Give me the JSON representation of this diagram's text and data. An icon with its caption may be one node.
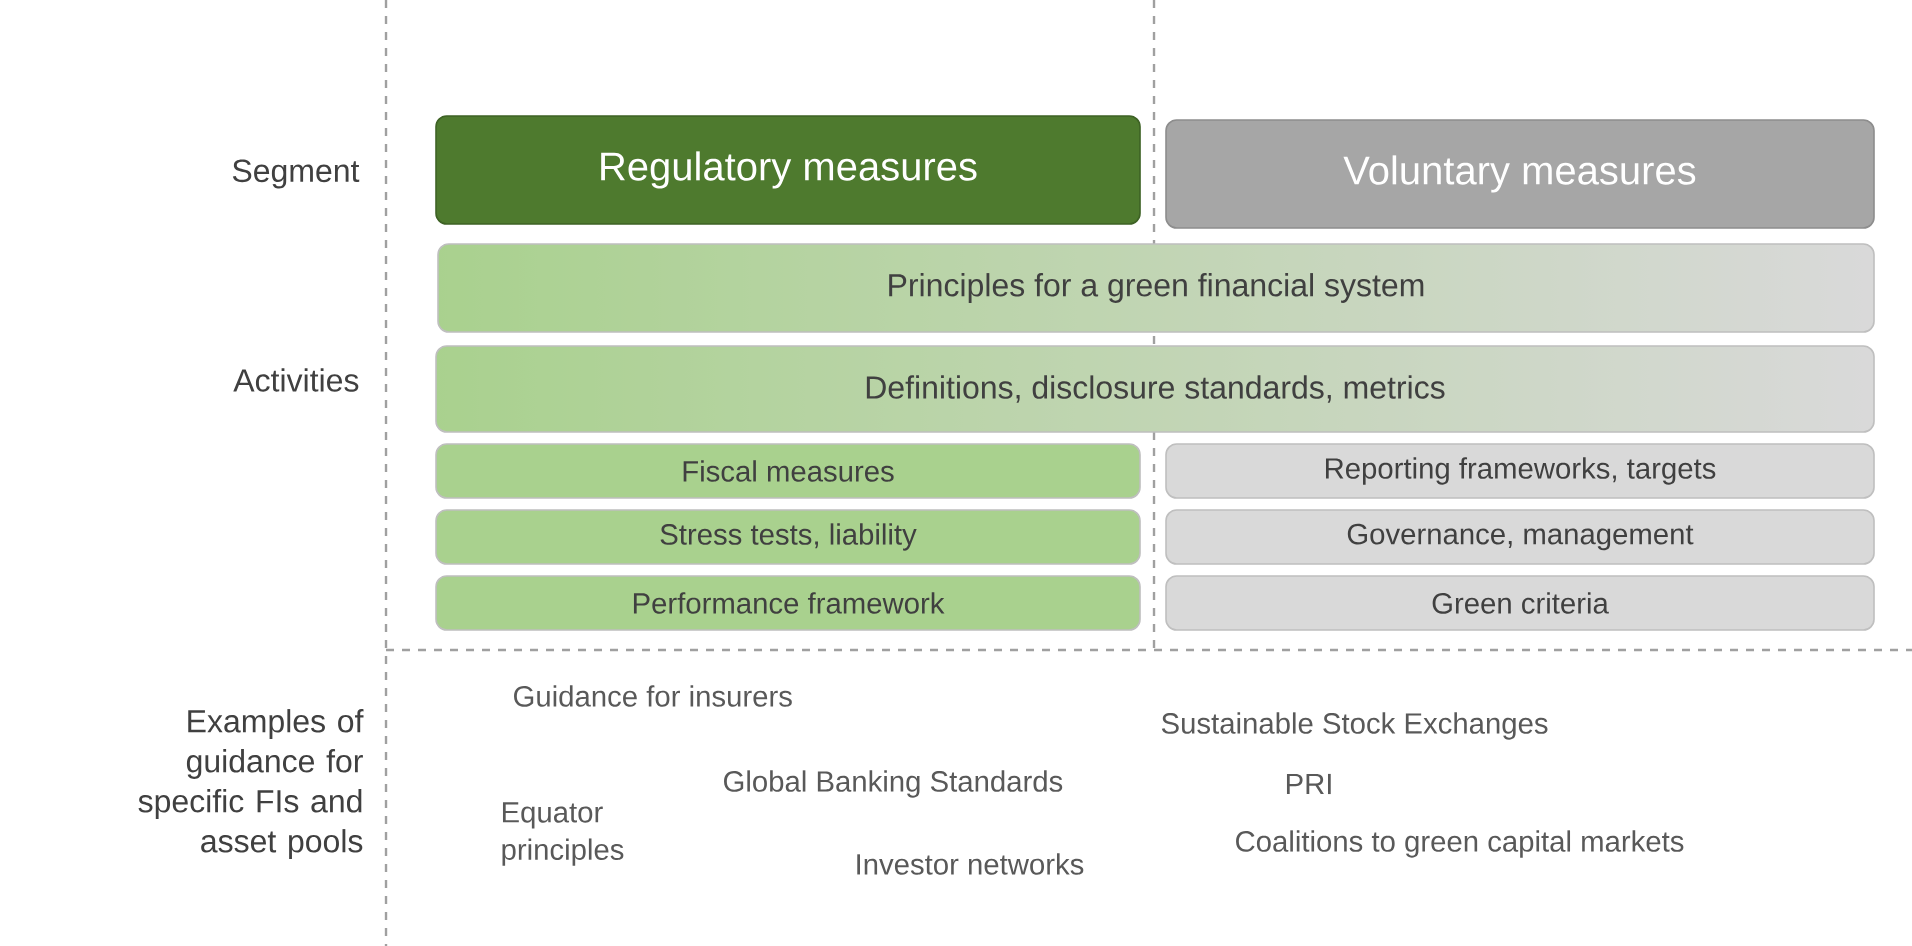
{
  "diagram": {
    "nodes": [
      {
        "text": [
          "Regulatory measures"
        ]
      },
      {
        "text": [
          "Voluntary measures"
        ]
      },
      {
        "text": [
          "Principles for a green financial system"
        ]
      },
      {
        "text": [
          "Definitions, disclosure standards, metrics"
        ]
      },
      {
        "text": [
          "Fiscal measures"
        ]
      },
      {
        "text": [
          "Reporting frameworks, targets"
        ]
      },
      {
        "text": [
          "Stress tests, liability"
        ]
      },
      {
        "text": [
          "Governance, management"
        ]
      },
      {
        "text": [
          "Performance framework"
        ]
      },
      {
        "text": [
          "Green criteria"
        ]
      }
    ],
    "labels": [
      "Segment",
      "Activities",
      "Examples of guidance for specific FIs and asset pools",
      "Guidance for insurers",
      "Sustainable Stock Exchanges",
      "Global Banking Standards",
      "PRI",
      "Equator principles",
      "Coalitions to green capital markets",
      "Investor networks"
    ]
  }
}
